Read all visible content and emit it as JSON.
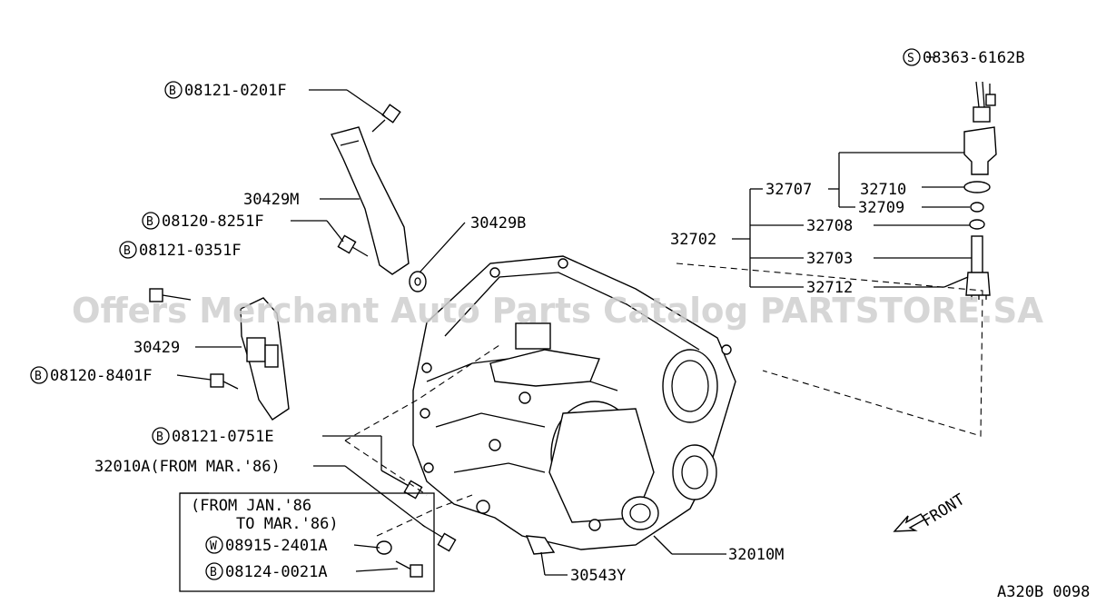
{
  "diagram": {
    "labels": {
      "b_08121_0201F": "08121-0201F",
      "b_08120_8251F": "08120-8251F",
      "b_08121_0351F": "08121-0351F",
      "b_08120_8401F": "08120-8401F",
      "b_08121_0751E": "08121-0751E",
      "w_08915_2401A": "08915-2401A",
      "b_08124_0021A": "08124-0021A",
      "s_08363_6162B": "08363-6162B",
      "p_30429M": "30429M",
      "p_30429B": "30429B",
      "p_30429": "30429",
      "p_32010A": "32010A(FROM MAR.'86)",
      "p_32010M": "32010M",
      "p_30543Y": "30543Y",
      "p_32702": "32702",
      "p_32707": "32707",
      "p_32710": "32710",
      "p_32709": "32709",
      "p_32708": "32708",
      "p_32703": "32703",
      "p_32712": "32712",
      "from_line1": "(FROM JAN.'86",
      "from_line2": "TO MAR.'86)",
      "front": "FRONT",
      "ref_code": "A320B 0098"
    },
    "prefix_marks": {
      "bolt": "B",
      "washer": "W",
      "screw": "S"
    },
    "watermark": "Offers Merchant Auto Parts Catalog PARTSTORE.SA"
  }
}
